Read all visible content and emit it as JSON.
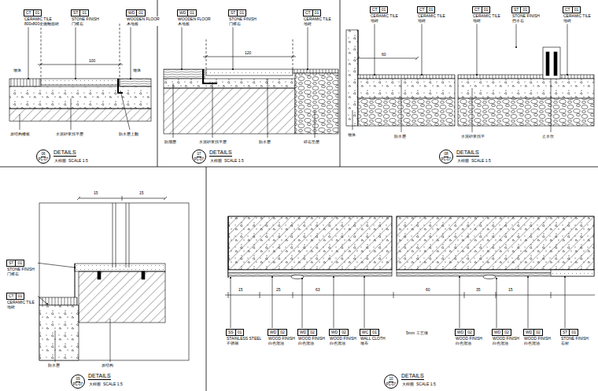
{
  "diagram": {
    "nodes": [
      {
        "text": [
          "CT",
          "01",
          "CERAMIC TILE",
          "800x800全抛釉面砖"
        ]
      },
      {
        "text": [
          "ST",
          "01",
          "STONE FINISH",
          "门槛石"
        ]
      },
      {
        "text": [
          "WD",
          "01",
          "WOODEN FLOOR",
          "木地板"
        ]
      },
      {
        "text": [
          "WD",
          "01",
          "WOODEN FLOOR",
          "木地板"
        ]
      },
      {
        "text": [
          "ST",
          "01",
          "STONE FINISH",
          "门槛石"
        ]
      },
      {
        "text": [
          "CT",
          "01",
          "CERAMIC TILE",
          "地砖"
        ]
      },
      {
        "text": [
          "CT",
          "01",
          "CERAMIC TILE",
          "地砖"
        ]
      },
      {
        "text": [
          "CT",
          "01",
          "CERAMIC TILE",
          "地砖"
        ]
      },
      {
        "text": [
          "CT",
          "01",
          "CERAMIC TILE",
          "地砖"
        ]
      },
      {
        "text": [
          "ST",
          "01",
          "STONE FINISH",
          "挡水石"
        ]
      },
      {
        "text": [
          "CT",
          "01",
          "CERAMIC TILE",
          "地砖"
        ]
      },
      {
        "text": [
          "06",
          "PL-07"
        ]
      },
      {
        "text": [
          "07",
          "PL-07"
        ]
      },
      {
        "text": [
          "08",
          "PL-07"
        ]
      },
      {
        "text": [
          "ST",
          "01",
          "STONE FINISH",
          "门槛石"
        ]
      },
      {
        "text": [
          "CT",
          "01",
          "CERAMIC TILE",
          "地砖"
        ]
      },
      {
        "text": [
          "SS",
          "01",
          "STAINLESS STEEL",
          "不锈钢"
        ]
      },
      {
        "text": [
          "WD",
          "02",
          "WOOD FINISH",
          "白色混油"
        ]
      },
      {
        "text": [
          "WD",
          "02",
          "WOOD FINISH",
          "白色混油"
        ]
      },
      {
        "text": [
          "WD",
          "02",
          "WOOD FINISH",
          "白色混油"
        ]
      },
      {
        "text": [
          "WC",
          "01",
          "WALL CLOTH",
          "墙布"
        ]
      },
      {
        "text": [
          "WD",
          "02",
          "WOOD FINISH",
          "白色混油"
        ]
      },
      {
        "text": [
          "WD",
          "02",
          "WOOD FINISH",
          "白色混油"
        ]
      },
      {
        "text": [
          "WD",
          "02",
          "WOOD FINISH",
          "白色混油"
        ]
      },
      {
        "text": [
          "ST",
          "01",
          "STONE FINISH",
          "石材"
        ]
      },
      {
        "text": [
          "09",
          "PL-07"
        ]
      },
      {
        "text": [
          "10",
          "PL-07"
        ]
      }
    ],
    "labels": [
      "墙体",
      "墙体",
      "100",
      "原结构楼板",
      "水泥砂浆找平层",
      "防水层上翻",
      "120",
      "防潮层",
      "水泥砂浆找平层",
      "防水层",
      "碎石垫层",
      "60",
      "墙体",
      "防水层",
      "水泥砂浆找平",
      "止水坎",
      "15",
      "15",
      "防水层",
      "原结构",
      "15",
      "25",
      "63",
      "60",
      "35",
      "15",
      "5mm 工艺缝",
      "DETAILS",
      "大样图",
      "SCALE 1:5",
      "DETAILS",
      "大样图",
      "SCALE 1:5",
      "DETAILS",
      "大样图",
      "SCALE 1:5",
      "DETAILS",
      "大样图",
      "SCALE 1:5",
      "DETAILS",
      "大样图",
      "SCALE 1:5"
    ]
  }
}
